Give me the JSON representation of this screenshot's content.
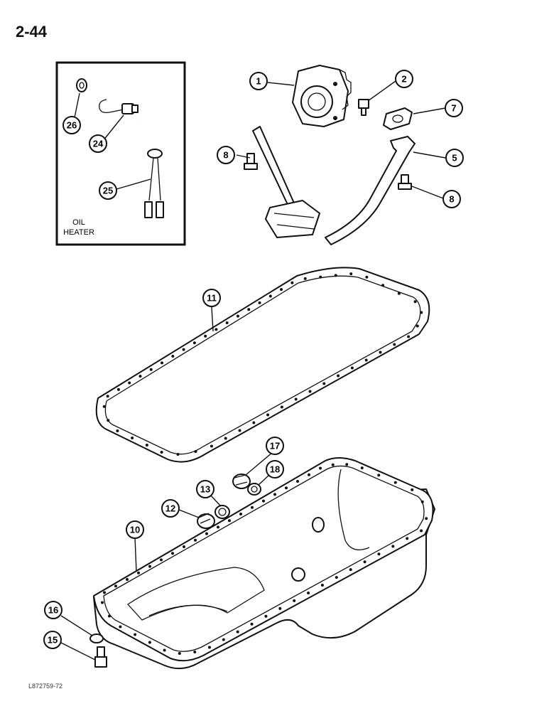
{
  "page": {
    "number": "2-44",
    "drawing_id": "L872759-72"
  },
  "inset": {
    "label_line1": "OIL",
    "label_line2": "HEATER"
  },
  "callouts": [
    {
      "id": "c1",
      "label": "1"
    },
    {
      "id": "c2",
      "label": "2"
    },
    {
      "id": "c7",
      "label": "7"
    },
    {
      "id": "c8a",
      "label": "8"
    },
    {
      "id": "c5",
      "label": "5"
    },
    {
      "id": "c8b",
      "label": "8"
    },
    {
      "id": "c26",
      "label": "26"
    },
    {
      "id": "c24",
      "label": "24"
    },
    {
      "id": "c25",
      "label": "25"
    },
    {
      "id": "c11",
      "label": "11"
    },
    {
      "id": "c17",
      "label": "17"
    },
    {
      "id": "c18",
      "label": "18"
    },
    {
      "id": "c13",
      "label": "13"
    },
    {
      "id": "c12",
      "label": "12"
    },
    {
      "id": "c10",
      "label": "10"
    },
    {
      "id": "c16",
      "label": "16"
    },
    {
      "id": "c15",
      "label": "15"
    }
  ]
}
